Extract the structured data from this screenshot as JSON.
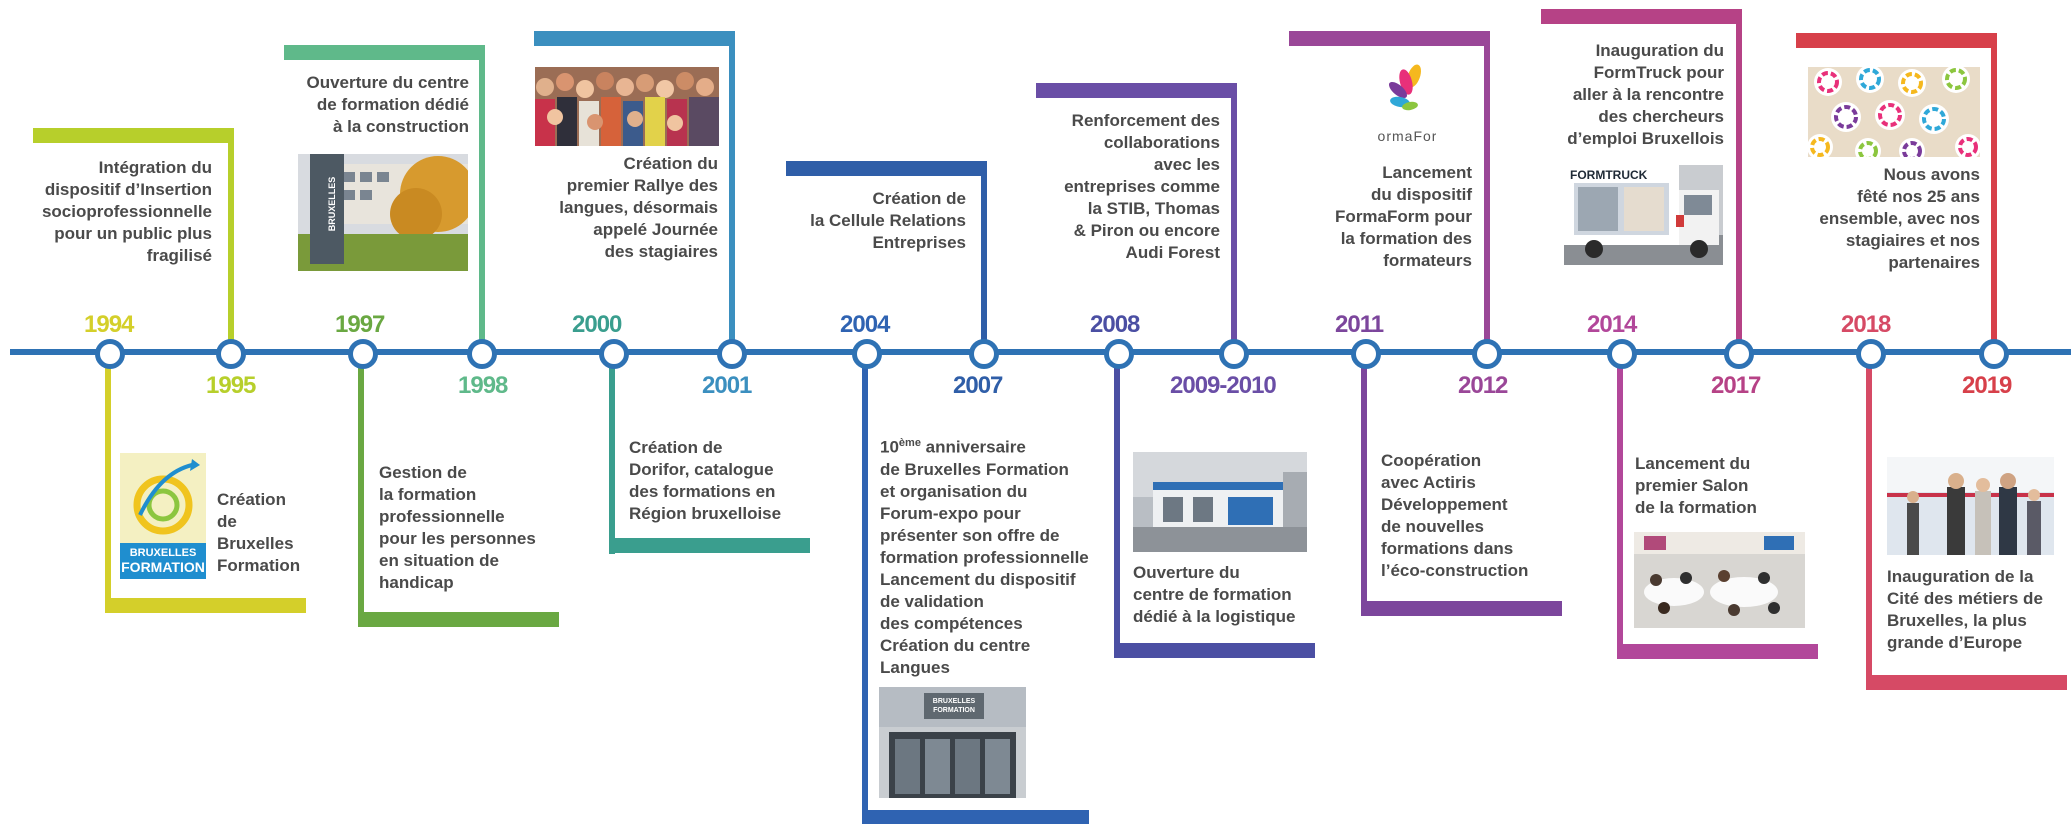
{
  "colors": {
    "axis": "#2e72b4",
    "c1994": "#d4cf2a",
    "c1995": "#b7cf2b",
    "c1997": "#6aa842",
    "c1998": "#5fb98a",
    "c2000": "#3a9e8e",
    "c2001": "#3b8fbf",
    "c2004": "#2f63b2",
    "c2007": "#2f5ea8",
    "c2008": "#4b4fa3",
    "c2009": "#6a4ea6",
    "c2011": "#7c469c",
    "c2012": "#9a4798",
    "c2014": "#b2479a",
    "c2017": "#b64286",
    "c2018": "#d64a65",
    "c2019": "#d7404a"
  },
  "years": {
    "y1994": "1994",
    "y1995": "1995",
    "y1997": "1997",
    "y1998": "1998",
    "y2000": "2000",
    "y2001": "2001",
    "y2004": "2004",
    "y2007": "2007",
    "y2008": "2008",
    "y2009": "2009-2010",
    "y2011": "2011",
    "y2012": "2012",
    "y2014": "2014",
    "y2017": "2017",
    "y2018": "2018",
    "y2019": "2019"
  },
  "events": {
    "e1994": [
      "Création",
      "de",
      "Bruxelles",
      "Formation"
    ],
    "e1995": [
      "Intégration du",
      "dispositif d’Insertion",
      "socioprofessionnelle",
      "pour un public plus",
      "fragilisé"
    ],
    "e1997": [
      "Gestion de",
      "la formation",
      "professionnelle",
      "pour les personnes",
      "en situation de",
      "handicap"
    ],
    "e1998": [
      "Ouverture du centre",
      "de formation dédié",
      "à la construction"
    ],
    "e2000": [
      "Création de",
      "Dorifor, catalogue",
      "des formations en",
      "Région bruxelloise"
    ],
    "e2001": [
      "Création du",
      "premier Rallye des",
      "langues, désormais",
      "appelé Journée",
      "des stagiaires"
    ],
    "e2004": [
      "Création de",
      "la Cellule Relations",
      "Entreprises"
    ],
    "e2007": {
      "first_num": "10",
      "first_sup": "ème",
      "first_rest": " anniversaire",
      "lines": [
        "de Bruxelles Formation",
        "et organisation du",
        "Forum-expo pour",
        "présenter son offre de",
        "formation professionnelle",
        "Lancement du dispositif",
        "de validation",
        "des compétences",
        "Création du centre",
        "Langues"
      ]
    },
    "e2008": [
      "Renforcement des",
      "collaborations",
      "avec les",
      "entreprises comme",
      "la STIB, Thomas",
      "& Piron ou encore",
      "Audi Forest"
    ],
    "e2009": [
      "Ouverture du",
      "centre de formation",
      "dédié à la logistique"
    ],
    "e2011": [
      "Lancement",
      "du dispositif",
      "FormaForm pour",
      "la formation des",
      "formateurs"
    ],
    "e2012": [
      "Coopération",
      "avec Actiris",
      "Développement",
      "de nouvelles",
      "formations dans",
      "l’éco-construction"
    ],
    "e2014": [
      "Lancement du",
      "premier Salon",
      "de la formation"
    ],
    "e2017": [
      "Inauguration du",
      "FormTruck pour",
      "aller à la rencontre",
      "des chercheurs",
      "d’emploi Bruxellois"
    ],
    "e2018": [
      "Nous avons",
      "fêté nos 25 ans",
      "ensemble, avec nos",
      "stagiaires et nos",
      "partenaires"
    ],
    "e2019": [
      "Inauguration de la",
      "Cité des métiers de",
      "Bruxelles, la plus",
      "grande d’Europe"
    ]
  },
  "logos": {
    "bf_top": "BRUXELLES",
    "bf_bottom": "FORMATION",
    "formaform": "FormaForm",
    "formtruck": "FORMTRUCK",
    "building_sign": "BRUXELLES FORMATION",
    "sign_1998": "BRUXELLES"
  }
}
